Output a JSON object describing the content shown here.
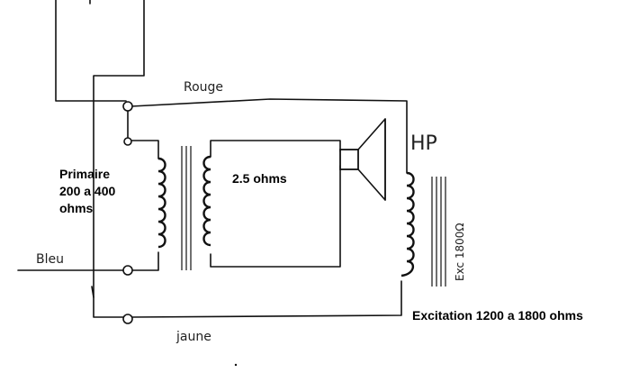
{
  "labels": {
    "rouge": "Rouge",
    "bleu": "Bleu",
    "jaune": "jaune",
    "hp": "HP",
    "exc": "Exc 1800Ω",
    "primaire_l1": "Primaire",
    "primaire_l2": "200 a 400",
    "primaire_l3": "ohms",
    "secondaire": "2.5 ohms",
    "excitation": "Excitation 1200 a 1800 ohms"
  }
}
